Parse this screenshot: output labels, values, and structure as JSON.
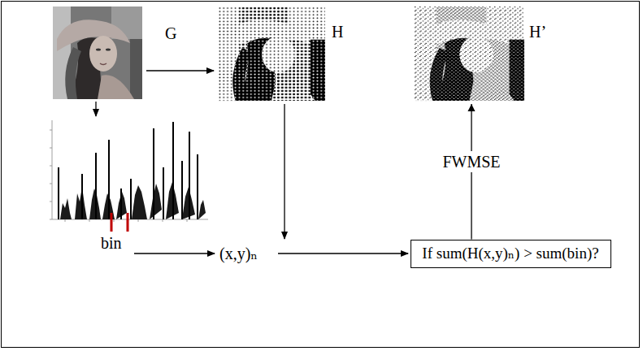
{
  "diagram": {
    "nodes": [
      {
        "text": [
          "H"
        ]
      },
      {
        "text": [
          "H’"
        ]
      },
      {
        "text": [
          "If sum(H(x,y)ₙ) > sum(bin)?"
        ]
      }
    ],
    "edges": [
      {
        "from": 2,
        "to": 1,
        "arrow": "to",
        "label": "FWMSE"
      }
    ],
    "labels": [
      "G",
      "bin",
      "(x,y)ₙ"
    ]
  }
}
